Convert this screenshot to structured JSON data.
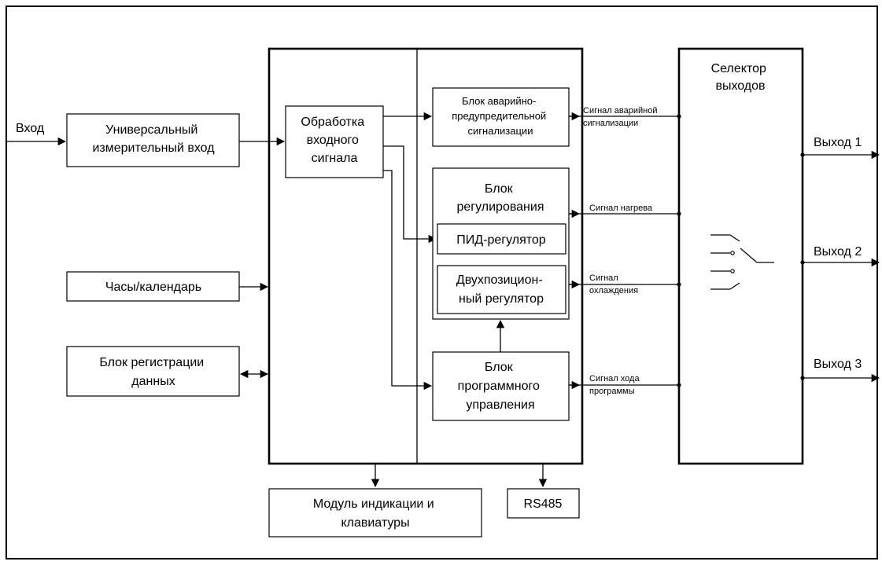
{
  "blocks": {
    "universal_input": [
      "Универсальный",
      "измерительный вход"
    ],
    "clock": "Часы/календарь",
    "data_logger": [
      "Блок регистрации",
      "данных"
    ],
    "input_processing": [
      "Обработка",
      "входного",
      "сигнала"
    ],
    "alarm_block": [
      "Блок аварийно-",
      "предупредительной",
      "сигнализации"
    ],
    "regulation_block": [
      "Блок",
      "регулирования"
    ],
    "pid": "ПИД-регулятор",
    "two_position": [
      "Двухпозицион-",
      "ный регулятор"
    ],
    "program_block": [
      "Блок",
      "программного",
      "управления"
    ],
    "selector": [
      "Селектор",
      "выходов"
    ],
    "display_module": [
      "Модуль индикации и",
      "клавиатуры"
    ],
    "rs485": "RS485"
  },
  "labels": {
    "input": "Вход",
    "output1": "Выход 1",
    "output2": "Выход 2",
    "output3": "Выход 3"
  },
  "signals": {
    "alarm": [
      "Сигнал аварийной",
      "сигнализации"
    ],
    "heating": "Сигнал нагрева",
    "cooling": [
      "Сигнал",
      "охлаждения"
    ],
    "program": [
      "Сигнал хода",
      "программы"
    ]
  }
}
